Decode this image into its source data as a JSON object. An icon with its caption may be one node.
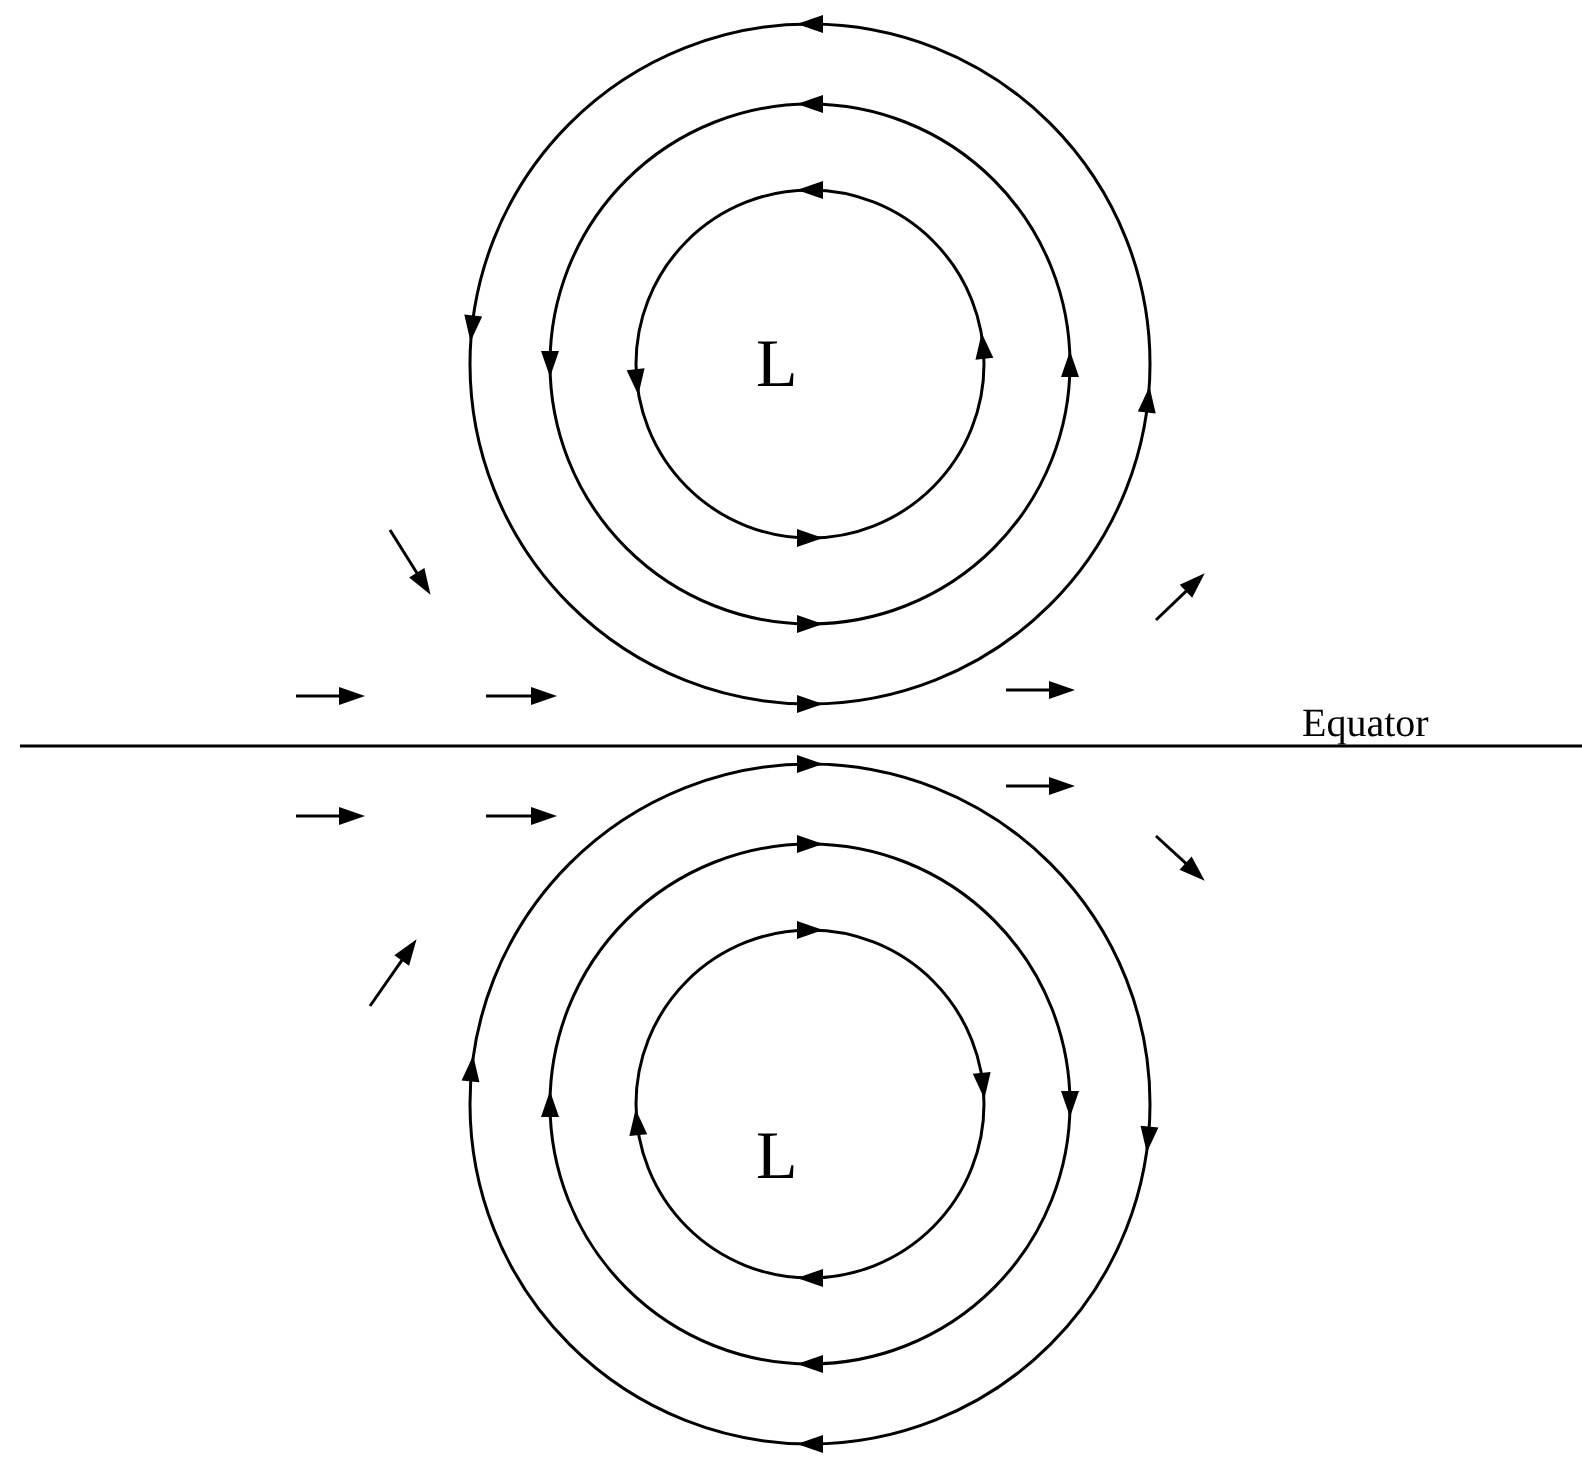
{
  "diagram": {
    "labels": [
      "L",
      "Equator",
      "L"
    ]
  }
}
